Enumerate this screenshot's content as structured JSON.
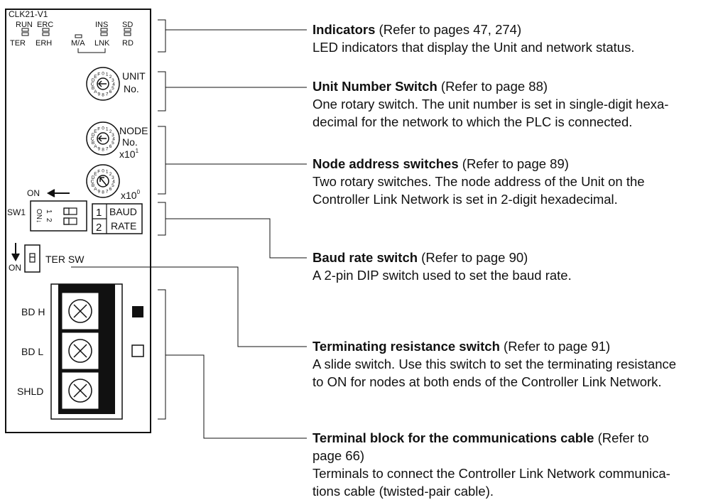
{
  "unit": {
    "model": "CLK21-V1",
    "leds": {
      "run": "RUN",
      "erc": "ERC",
      "ins": "INS",
      "sd": "SD",
      "ter": "TER",
      "erh": "ERH",
      "ma": "M/A",
      "lnk": "LNK",
      "rd": "RD"
    },
    "unit_switch": {
      "line1": "UNIT",
      "line2": "No."
    },
    "node_switch": {
      "line1": "NODE",
      "line2": "No.",
      "upper_mult": "x10",
      "upper_exp": "1",
      "lower_mult": "x10",
      "lower_exp": "0"
    },
    "dip": {
      "on_arrow_label": "ON",
      "sw_label": "SW1",
      "pins": [
        "1",
        "2"
      ],
      "baud_1": "BAUD",
      "baud_2": "RATE"
    },
    "ter_sw": {
      "on_label": "ON",
      "label": "TER SW"
    },
    "terminals": [
      {
        "label": "BD H",
        "indicator": "filled"
      },
      {
        "label": "BD L",
        "indicator": "hollow"
      },
      {
        "label": "SHLD",
        "indicator": "none"
      }
    ]
  },
  "callouts": [
    {
      "title": "Indicators",
      "ref": " (Refer to pages 47, 274)",
      "body": "LED indicators that display the Unit and network status."
    },
    {
      "title": "Unit Number Switch",
      "ref": " (Refer to page 88)",
      "body": "One rotary switch. The unit number is set in single-digit hexa-\ndecimal for the network to which the PLC is connected."
    },
    {
      "title": "Node address switches",
      "ref": " (Refer to page 89)",
      "body": "Two rotary switches. The node address of the Unit on the\nController Link Network is set in 2-digit hexadecimal."
    },
    {
      "title": "Baud rate switch",
      "ref": " (Refer to page 90)",
      "body": "A 2-pin DIP switch used to set the baud rate."
    },
    {
      "title": "Terminating resistance switch",
      "ref": " (Refer to page 91)",
      "body": "A slide switch. Use this switch to set the terminating resistance\nto ON for nodes at both ends of the Controller Link Network."
    },
    {
      "title": "Terminal block for the communications cable",
      "ref": " (Refer to\npage 66)",
      "body": "Terminals to connect the Controller Link Network communica-\ntions cable (twisted-pair cable)."
    }
  ]
}
